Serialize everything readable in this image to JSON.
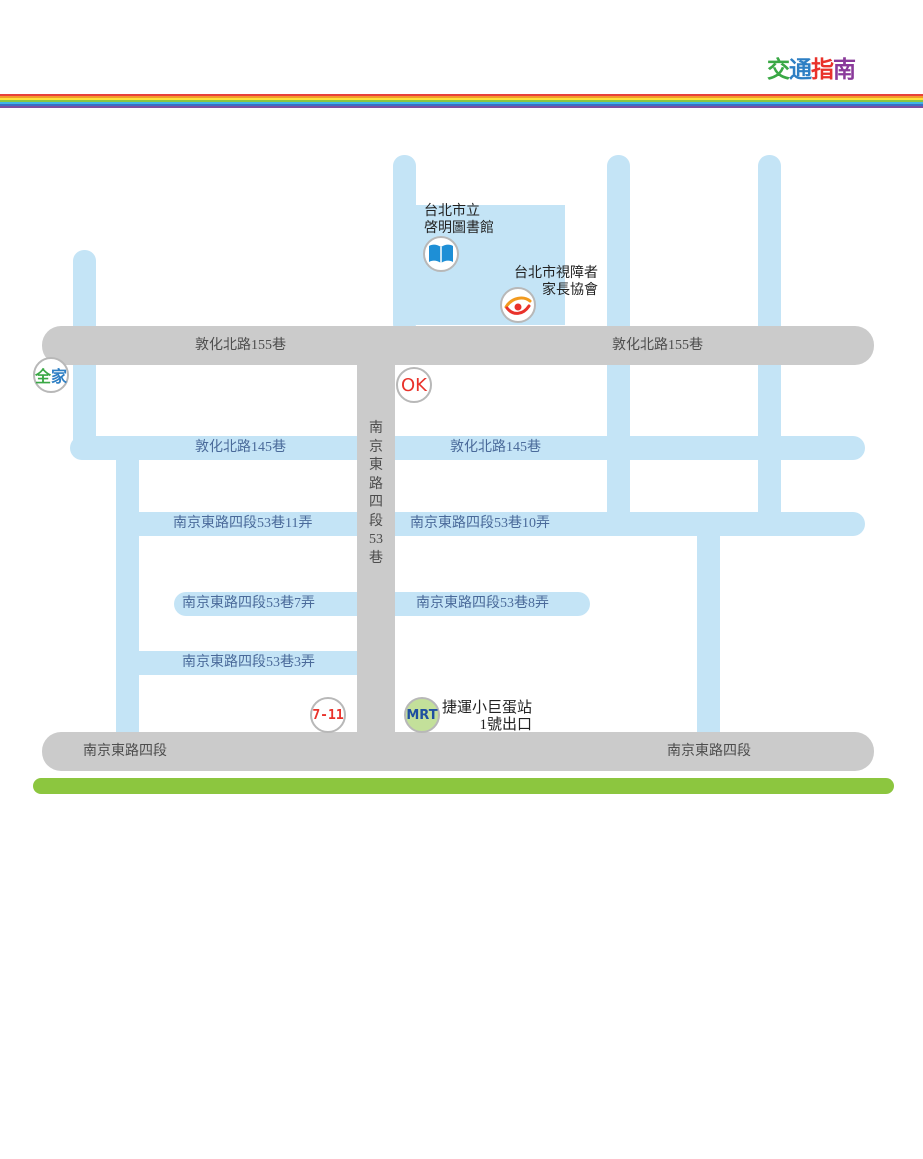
{
  "header": {
    "title_chars": [
      {
        "ch": "交",
        "color": "#3aa845"
      },
      {
        "ch": "通",
        "color": "#2e7fc4"
      },
      {
        "ch": "指",
        "color": "#e9322b"
      },
      {
        "ch": "南",
        "color": "#8a3a9a"
      }
    ],
    "rainbow_colors": [
      "#e8413a",
      "#f39a2b",
      "#fde13a",
      "#8cc63f",
      "#40b4e6",
      "#3a6fc4",
      "#7e4ea0"
    ]
  },
  "map": {
    "colors": {
      "major_road": "#cbcbcb",
      "minor_road": "#c4e4f6",
      "accent_bar": "#8cc63f"
    },
    "roads": {
      "dunhua155_left": "敦化北路155巷",
      "dunhua155_right": "敦化北路155巷",
      "dunhua145_left": "敦化北路145巷",
      "dunhua145_right": "敦化北路145巷",
      "nanjing53_11": "南京東路四段53巷11弄",
      "nanjing53_10": "南京東路四段53巷10弄",
      "nanjing53_7": "南京東路四段53巷7弄",
      "nanjing53_8": "南京東路四段53巷8弄",
      "nanjing53_3": "南京東路四段53巷3弄",
      "nanjing4_left": "南京東路四段",
      "nanjing4_right": "南京東路四段",
      "nanjing53_vertical": [
        "南",
        "京",
        "東",
        "路",
        "四",
        "段",
        "53",
        "巷"
      ]
    },
    "pois": {
      "library_line1": "台北市立",
      "library_line2": "啓明圖書館",
      "association_line1": "台北市視障者",
      "association_line2": "家長協會",
      "mrt_line1": "捷運小巨蛋站",
      "mrt_line2": "1號出口",
      "familymart_char1": "全",
      "familymart_char2": "家",
      "okmart": "OK",
      "seven_eleven": "7-11",
      "mrt_badge": "MRT"
    }
  }
}
